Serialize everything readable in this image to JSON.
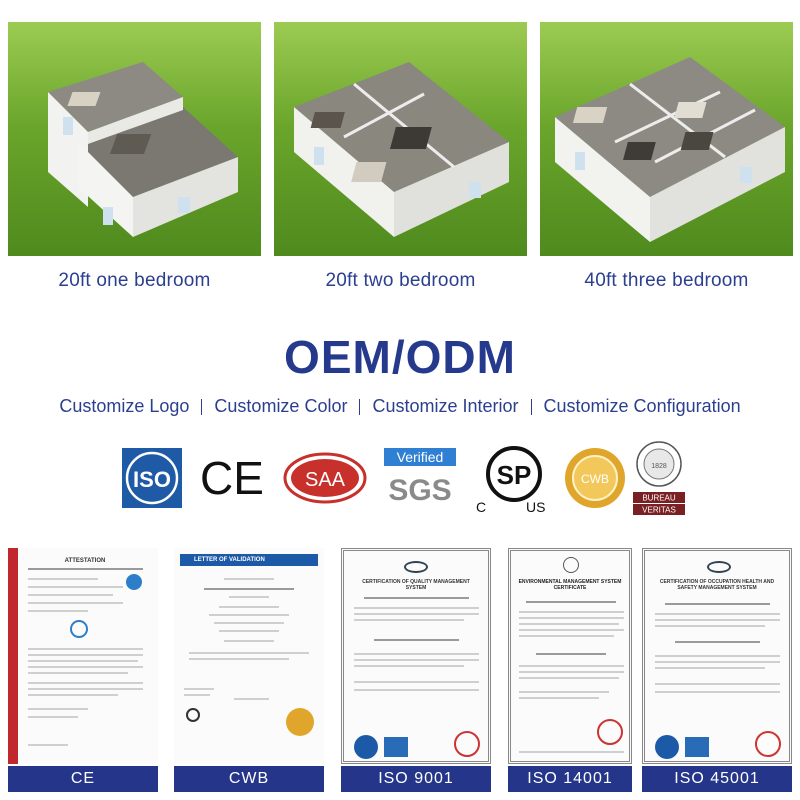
{
  "houses": [
    {
      "caption": "20ft one bedroom"
    },
    {
      "caption": "20ft two bedroom"
    },
    {
      "caption": "40ft three bedroom"
    }
  ],
  "headline": "OEM/ODM",
  "customize": [
    "Customize Logo",
    "Customize Color",
    "Customize Interior",
    "Customize Configuration"
  ],
  "logos": {
    "iso": "ISO",
    "ce": "CE",
    "saa": "SAA",
    "verified": "Verified",
    "sgs": "SGS",
    "csa_c": "C",
    "csa_us": "US",
    "csa": "SP",
    "cwb": "CWB",
    "bureau": "BUREAU",
    "veritas": "VERITAS",
    "bv_year": "1828"
  },
  "certs": [
    {
      "label": "CE",
      "title": "ATTESTATION"
    },
    {
      "label": "CWB",
      "title": "LETTER OF VALIDATION"
    },
    {
      "label": "ISO 9001",
      "title": "CERTIFICATION OF QUALITY MANAGEMENT SYSTEM"
    },
    {
      "label": "ISO 14001",
      "title": "ENVIRONMENTAL MANAGEMENT SYSTEM CERTIFICATE"
    },
    {
      "label": "ISO 45001",
      "title": "CERTIFICATION OF OCCUPATION HEALTH AND SAFETY MANAGEMENT SYSTEM"
    }
  ],
  "colors": {
    "brand_blue": "#263a8d",
    "label_bar": "#25368a",
    "grass": "#6aa52b"
  }
}
